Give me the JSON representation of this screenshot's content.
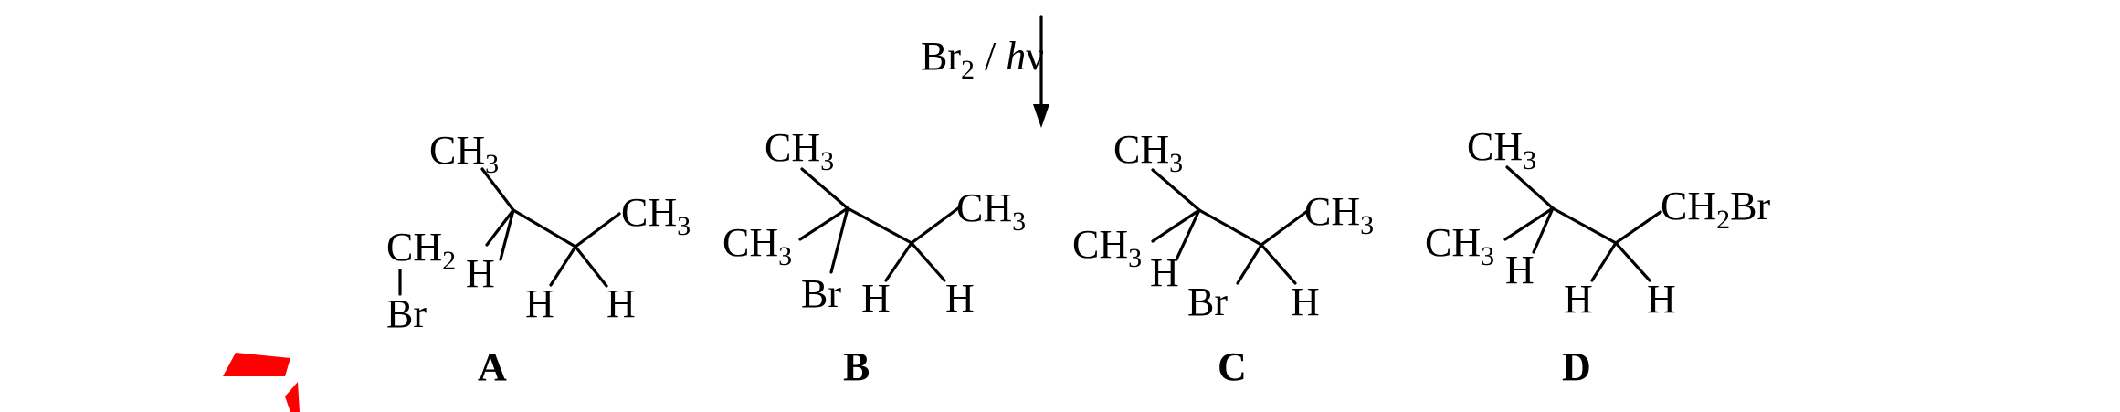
{
  "reaction": {
    "reagent_main": "Br",
    "reagent_sub": "2",
    "reagent_sep": " / ",
    "reagent_light": "h",
    "reagent_nu": "ν"
  },
  "products": [
    {
      "caption": "A",
      "groups": {
        "top_ch": "CH",
        "top_sub": "3",
        "right_ch": "CH",
        "right_sub": "3",
        "left_ch": "CH",
        "left_sub": "2",
        "br": "Br",
        "h1": "H",
        "h2": "H",
        "h3": "H"
      }
    },
    {
      "caption": "B",
      "groups": {
        "top_ch": "CH",
        "top_sub": "3",
        "right_ch": "CH",
        "right_sub": "3",
        "left_ch": "CH",
        "left_sub": "3",
        "br": "Br",
        "h1": "H",
        "h2": "H"
      }
    },
    {
      "caption": "C",
      "groups": {
        "top_ch": "CH",
        "top_sub": "3",
        "right_ch": "CH",
        "right_sub": "3",
        "left_ch": "CH",
        "left_sub": "3",
        "h1": "H",
        "br": "Br",
        "h2": "H"
      }
    },
    {
      "caption": "D",
      "groups": {
        "top_ch": "CH",
        "top_sub": "3",
        "right_ch": "CH",
        "right_sub": "2",
        "right_br": "Br",
        "left_ch": "CH",
        "left_sub": "3",
        "h1": "H",
        "h2": "H",
        "h3": "H"
      }
    }
  ],
  "colors": {
    "ink": "#000000",
    "accent_fragment": "#ff0000"
  }
}
